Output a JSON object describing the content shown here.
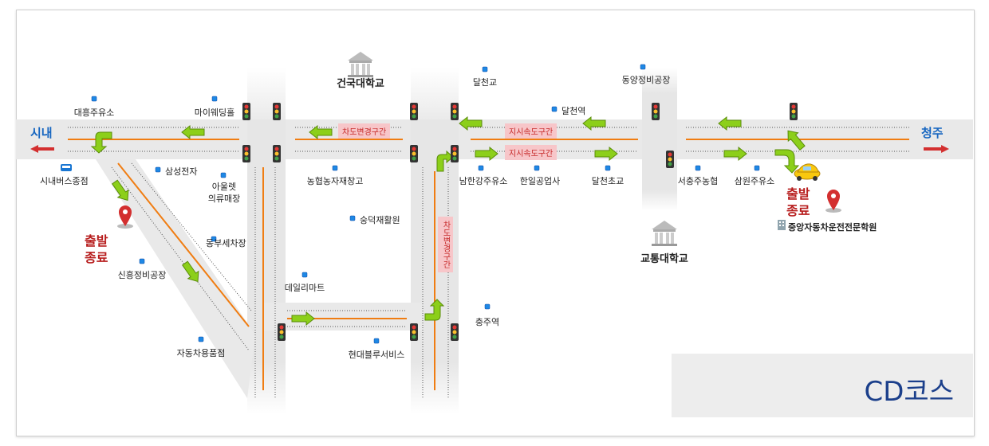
{
  "course_title": "CD코스",
  "directions": {
    "left": "시내",
    "right": "청주"
  },
  "start_end": {
    "start": "출발",
    "end": "종료"
  },
  "zones": {
    "lane_change": "차도변경구간",
    "speed": "지시속도구간"
  },
  "landmarks": {
    "konkuk_univ": "건국대학교",
    "transport_univ": "교통대학교",
    "driving_school": "중앙자동차운전전문학원",
    "bus_terminal": "시내버스종점"
  },
  "places": {
    "daeheung_gas": "대흥주유소",
    "my_wedding": "마이웨딩홀",
    "samsung_elec": "삼성전자",
    "outlet": "아울렛\n의류매장",
    "dongbu_car": "동부세차장",
    "shinheung_repair": "신흥정비공장",
    "car_parts": "자동차용품점",
    "nonghyup_storage": "농협농자재창고",
    "sungdeok_rehab": "숭덕재활원",
    "daily_mart": "데일리마트",
    "hyundai_blue": "현대블루서비스",
    "dalcheon_bridge": "달천교",
    "dalcheon_station": "달천역",
    "namhangang_gas": "남한강주유소",
    "hanil_industry": "한일공업사",
    "dalcheon_elem": "달천초교",
    "chungju_station": "충주역",
    "dongyang_repair": "동양정비공장",
    "seochung_nonghyup": "서충주농협",
    "samwon_gas": "삼원주유소"
  },
  "colors": {
    "road": "#e9e9e9",
    "center_line": "#f07d12",
    "arrow": "#8ccf1a",
    "pin": "#d32f2f",
    "info_dot": "#2196f3",
    "title": "#1b3f8b",
    "zone_bg": "#f7c6c9"
  }
}
